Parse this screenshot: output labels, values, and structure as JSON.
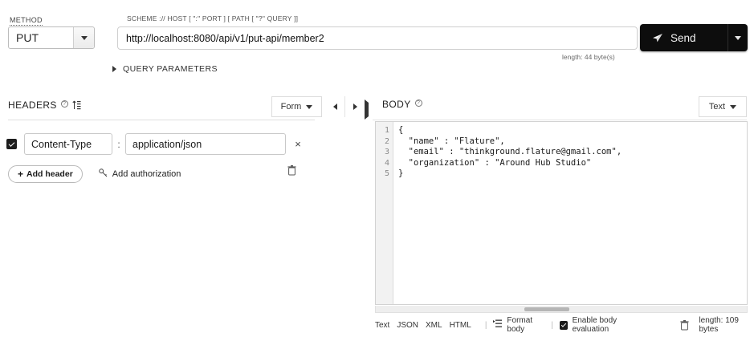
{
  "request": {
    "method_label": "METHOD",
    "method_value": "PUT",
    "url_hint": "SCHEME :// HOST [ \":\" PORT ] [ PATH [ \"?\" QUERY ]]",
    "url_value": "http://localhost:8080/api/v1/put-api/member2",
    "url_length": "length: 44 byte(s)",
    "send_label": "Send",
    "query_params_label": "QUERY PARAMETERS"
  },
  "headers": {
    "title": "HEADERS",
    "mode_dropdown": "Form",
    "rows": [
      {
        "enabled": true,
        "key": "Content-Type",
        "separator": ":",
        "value": "application/json",
        "remove": "×"
      }
    ],
    "add_header_label": "Add header",
    "add_header_plus": "+",
    "add_authorization_label": "Add authorization"
  },
  "body": {
    "title": "BODY",
    "format_dropdown": "Text",
    "line_numbers": [
      "1",
      "2",
      "3",
      "4",
      "5"
    ],
    "content": "{\n  \"name\" : \"Flature\",\n  \"email\" : \"thinkground.flature@gmail.com\",\n  \"organization\" : \"Around Hub Studio\"\n}",
    "footer": {
      "formats": [
        "Text",
        "JSON",
        "XML",
        "HTML"
      ],
      "separator": "|",
      "format_body_label": "Format body",
      "enable_eval_label": "Enable body evaluation",
      "enable_eval_checked": true,
      "length_label": "length: 109 bytes"
    }
  },
  "colors": {
    "send_button_bg": "#0d0d0d",
    "page_bg": "#ffffff",
    "border": "#cfcfcf",
    "gutter_bg": "#f2f2f2"
  }
}
